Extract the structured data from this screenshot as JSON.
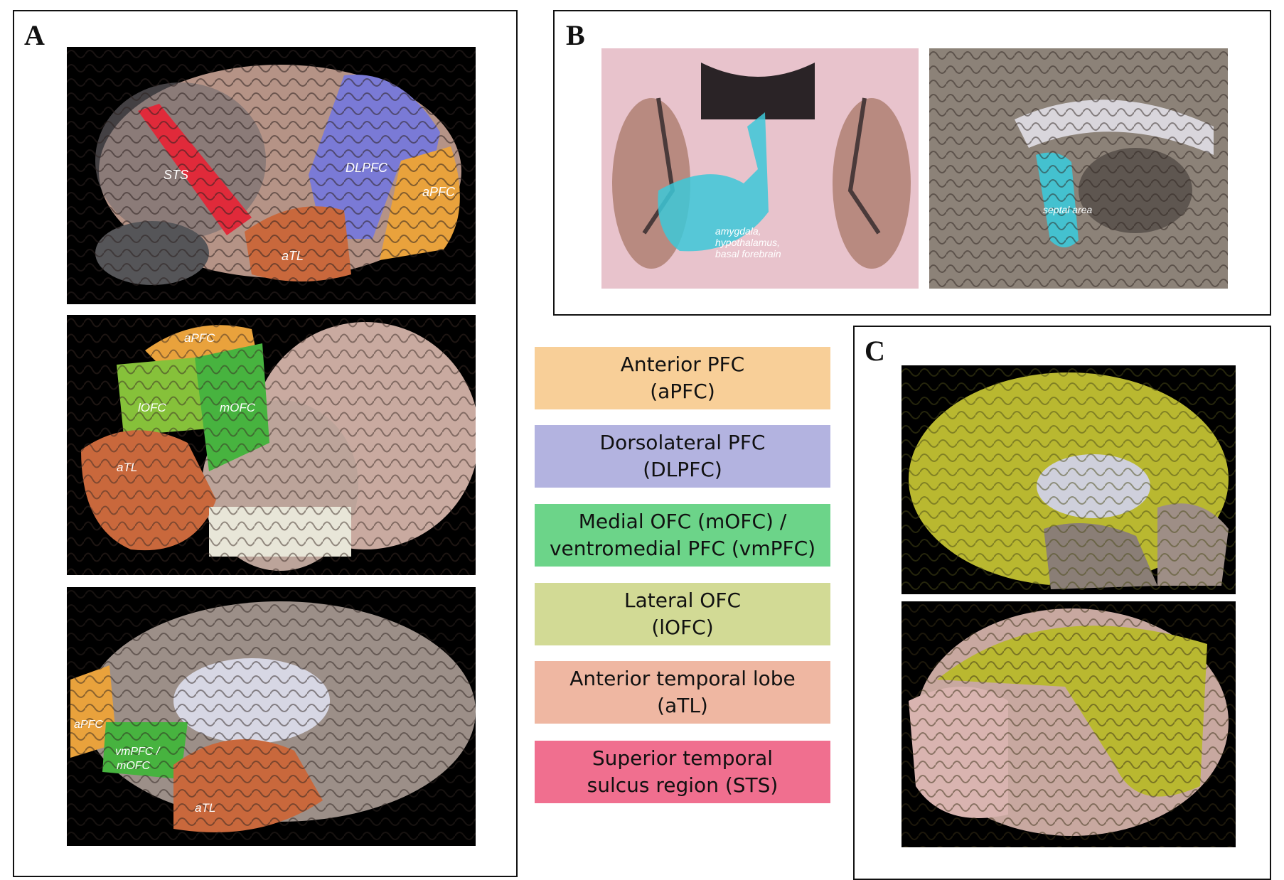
{
  "panels": {
    "a": {
      "letter": "A"
    },
    "b": {
      "letter": "B"
    },
    "c": {
      "letter": "C"
    }
  },
  "panel_a": {
    "lateral": {
      "sts": "STS",
      "dlpfc": "DLPFC",
      "apfc": "aPFC",
      "atl": "aTL"
    },
    "ventral": {
      "apfc": "aPFC",
      "lofc": "lOFC",
      "mofc": "mOFC",
      "atl": "aTL"
    },
    "medial": {
      "apfc": "aPFC",
      "vmpfc_line1": "vmPFC /",
      "vmpfc_line2": "mOFC",
      "atl": "aTL"
    }
  },
  "panel_b": {
    "coronal": {
      "line1": "amygdala,",
      "line2": "hypothalamus,",
      "line3": "basal forebrain"
    },
    "sagittal": {
      "septal": "septal area"
    }
  },
  "legend": [
    {
      "text": "Anterior PFC\n(aPFC)",
      "color": "#f8cf98"
    },
    {
      "text": "Dorsolateral PFC\n(DLPFC)",
      "color": "#b3b3e0"
    },
    {
      "text": "Medial OFC (mOFC) /\nventromedial PFC (vmPFC)",
      "color": "#6cd489"
    },
    {
      "text": "Lateral OFC\n(lOFC)",
      "color": "#d2da95"
    },
    {
      "text": "Anterior temporal lobe\n(aTL)",
      "color": "#efb7a2"
    },
    {
      "text": "Superior temporal\nsulcus region (STS)",
      "color": "#f06f8f"
    }
  ],
  "colors": {
    "apfc": "#e9a23c",
    "dlpfc": "#7a7ad6",
    "mofc": "#47b33f",
    "lofc": "#86c13a",
    "atl": "#c9683c",
    "sts": "#e02a3a",
    "limbic": "#3cc8d8",
    "yellow_region": "#b9b830",
    "brain_tissue": "#c9a89a"
  }
}
